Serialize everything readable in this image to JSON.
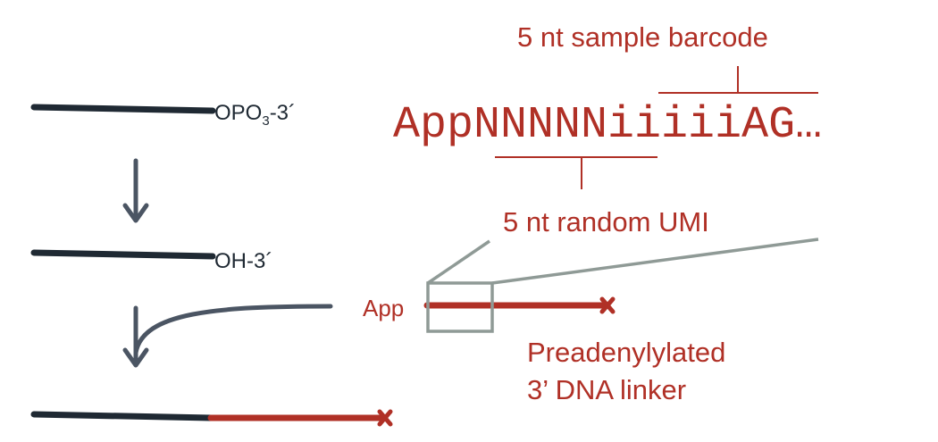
{
  "colors": {
    "strand": "#1f2933",
    "accent": "#b03026",
    "arrow": "#4b5563",
    "callout": "#8f9a96",
    "label_dark": "#1f2933"
  },
  "steps": {
    "end1_prefix": "OPO",
    "end1_sub": "3",
    "end1_suffix": "-3´",
    "end2": "OH-3´"
  },
  "linker": {
    "app_label": "App",
    "name_line1": "Preadenylylated",
    "name_line2": "3’ DNA linker"
  },
  "sequence": {
    "app": "App",
    "umi": "NNNNN",
    "barcode": "iiiii",
    "tail": "AG…",
    "barcode_label": "5 nt sample barcode",
    "umi_label": "5 nt random UMI"
  }
}
